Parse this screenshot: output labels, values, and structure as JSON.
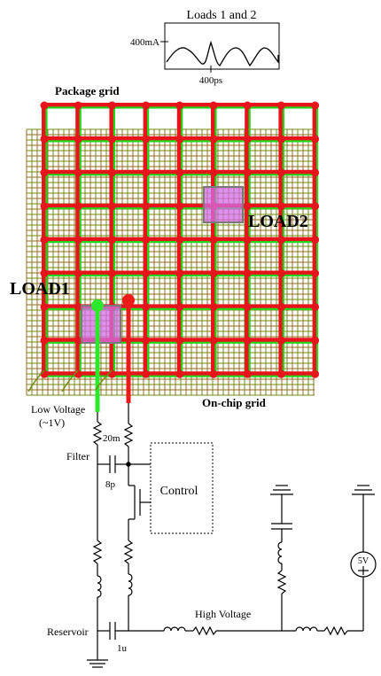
{
  "waveform": {
    "title": "Loads 1 and 2",
    "y_label": "400mA",
    "x_label": "400ps"
  },
  "labels": {
    "package_grid": "Package grid",
    "onchip_grid": "On-chip grid",
    "load1": "LOAD1",
    "load2": "LOAD2",
    "low_voltage_line1": "Low Voltage",
    "low_voltage_line2": "(~1V)",
    "filter": "Filter",
    "reservoir": "Reservoir",
    "high_voltage": "High Voltage",
    "control": "Control",
    "r_20m": "20m",
    "c_8p": "8p",
    "c_1u": "1u",
    "source_5v": "5V"
  },
  "colors": {
    "package_red": "#e8141c",
    "package_green": "#23d61c",
    "onchip_brown": "#9a6a1c",
    "onchip_olive": "#6f8a10",
    "load_fill": "#d46ce8",
    "rail_green": "#2ce82a",
    "rail_red": "#ee1a1a"
  }
}
